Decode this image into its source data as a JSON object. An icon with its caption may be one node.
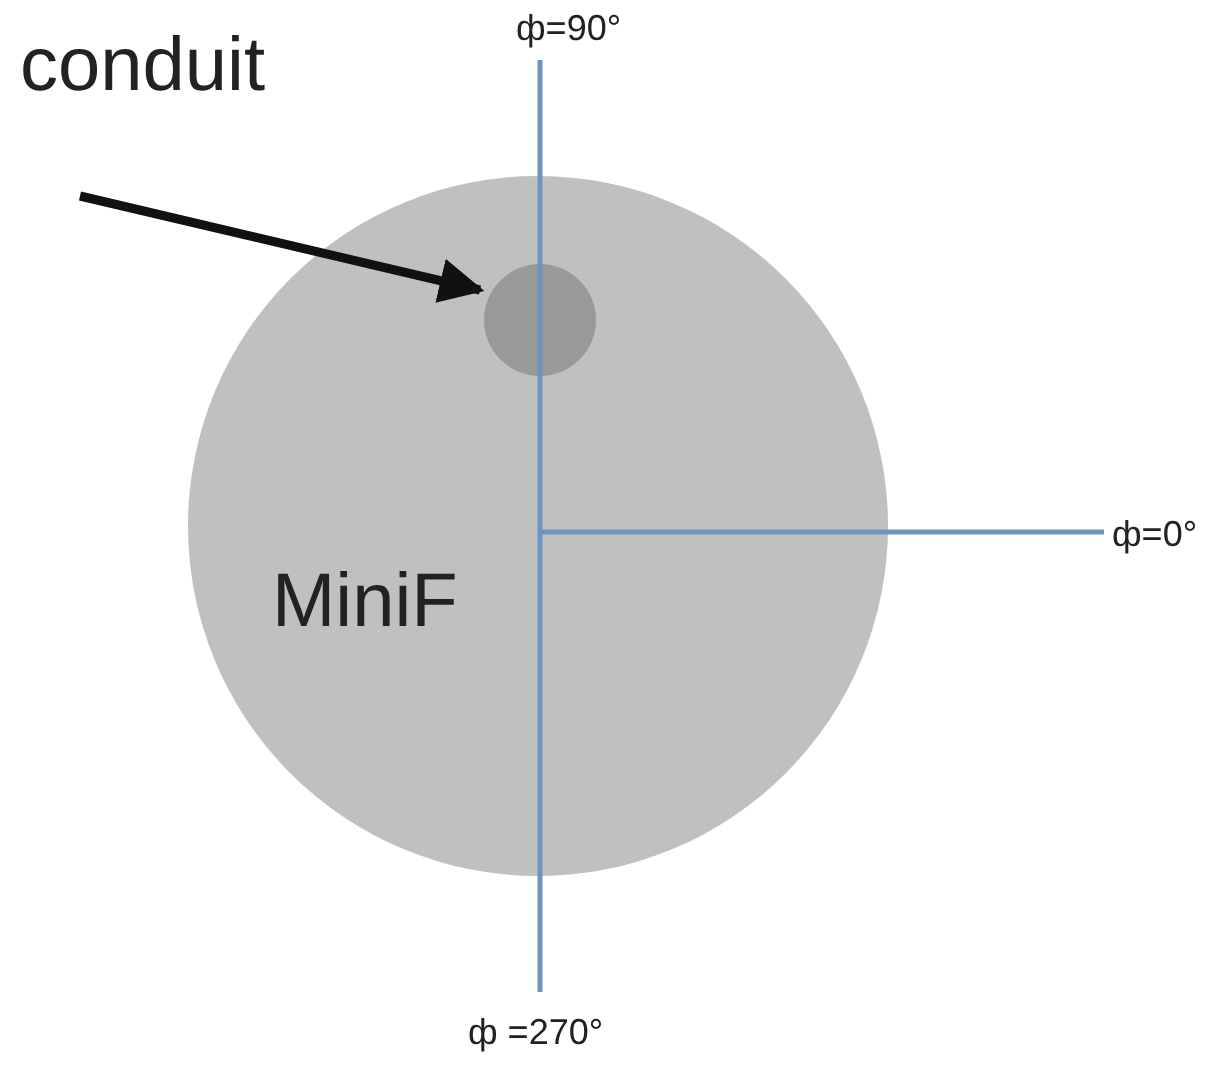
{
  "diagram": {
    "nodes": [
      {
        "text": [
          "MiniF"
        ]
      },
      {
        "text": [],
        "shape": "circle",
        "in": 0
      },
      {
        "text": [
          "conduit"
        ]
      }
    ],
    "edges": [
      {
        "from": 2,
        "to": 1,
        "arrow": "to"
      }
    ],
    "labels": [
      "ф=90°",
      "ф=0°",
      "ф =270°"
    ]
  }
}
